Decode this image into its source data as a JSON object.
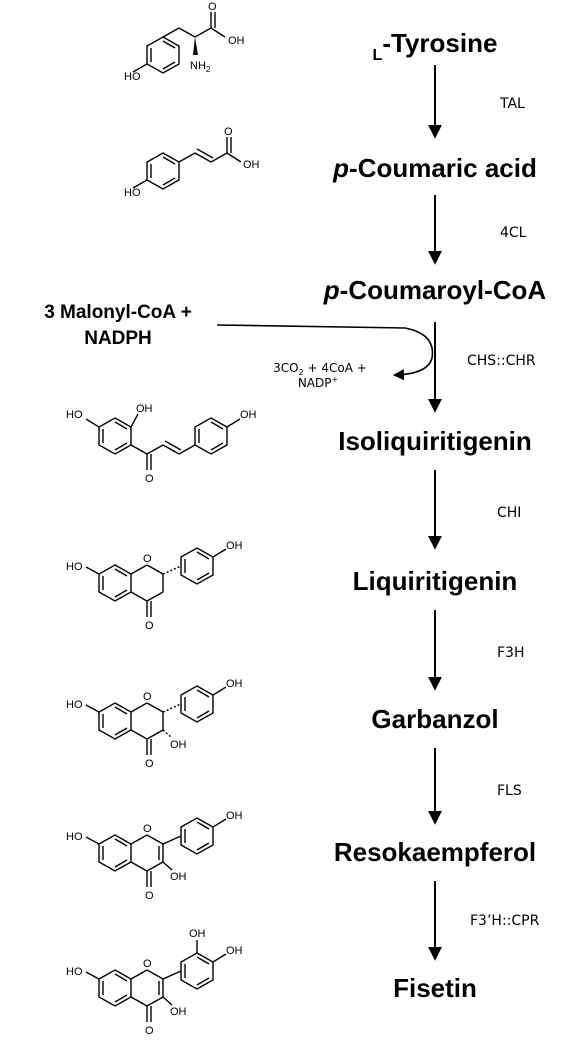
{
  "compounds": [
    {
      "prefix": "L",
      "name": "-Tyrosine"
    },
    {
      "prefix": "p",
      "name": "-Coumaric acid"
    },
    {
      "prefix": "p",
      "name": "-Coumaroyl-CoA"
    },
    {
      "prefix": "",
      "name": "Isoliquiritigenin"
    },
    {
      "prefix": "",
      "name": "Liquiritigenin"
    },
    {
      "prefix": "",
      "name": "Garbanzol"
    },
    {
      "prefix": "",
      "name": "Resokaempferol"
    },
    {
      "prefix": "",
      "name": "Fisetin"
    }
  ],
  "enzymes": [
    "TAL",
    "4CL",
    "CHS::CHR",
    "CHI",
    "F3H",
    "FLS",
    "F3’H::CPR"
  ],
  "cosubstrate": {
    "line1": "3 Malonyl-CoA +",
    "line2": "NADPH"
  },
  "byproducts": {
    "line1_a": "3CO",
    "line1_sub": "2",
    "line1_b": " + 4CoA +",
    "line2": "NADP",
    "line2_sup": "+"
  },
  "atoms": {
    "oh": "OH",
    "ho": "HO",
    "nh2": "NH",
    "nh2_sub": "2",
    "o": "O"
  }
}
